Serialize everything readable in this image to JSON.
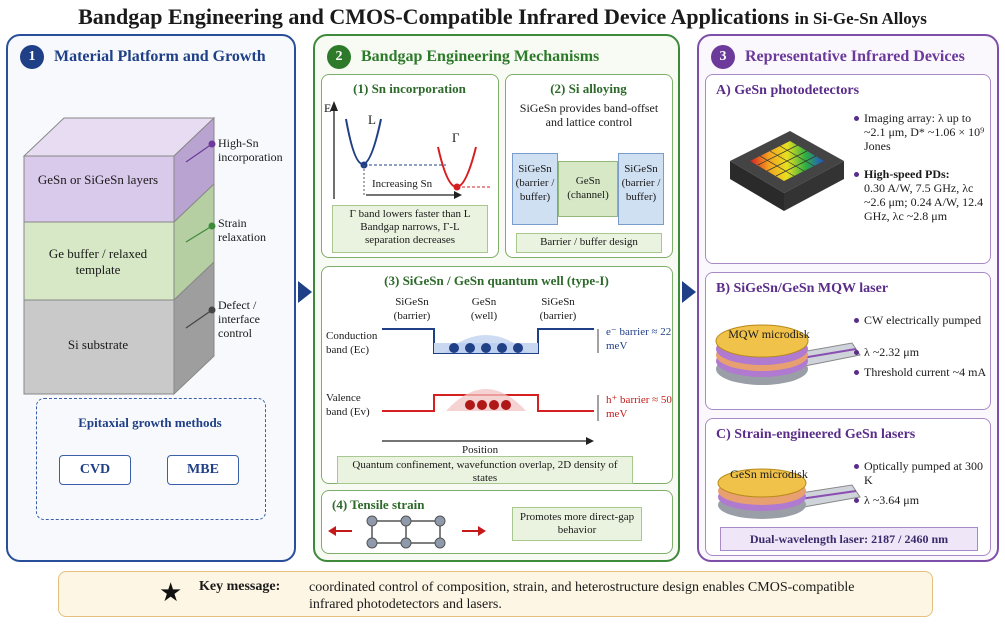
{
  "title": {
    "main": "Bandgap Engineering and CMOS-Compatible Infrared Device Applications",
    "suffix": "in Si-Ge-Sn Alloys"
  },
  "panel1": {
    "number": "1",
    "heading": "Material Platform and Growth",
    "layers": [
      {
        "label": "GeSn or SiGeSn layers",
        "color": "#d9c9ea"
      },
      {
        "label": "Ge buffer / relaxed template",
        "color": "#d6e8c6"
      },
      {
        "label": "Si substrate",
        "color": "#cfcfcf"
      }
    ],
    "callouts": [
      "High-Sn incorporation",
      "Strain relaxation",
      "Defect / interface control"
    ],
    "methods_title": "Epitaxial growth methods",
    "methods": [
      "CVD",
      "MBE"
    ]
  },
  "panel2": {
    "number": "2",
    "heading": "Bandgap Engineering Mechanisms",
    "sn": {
      "title": "(1) Sn incorporation",
      "axis_e": "E",
      "label_l": "L",
      "label_gamma": "Γ",
      "arrow": "Increasing Sn",
      "note": "Γ band lowers faster than L Bandgap narrows, Γ-L separation decreases"
    },
    "si": {
      "title": "(2) Si alloying",
      "desc": "SiGeSn provides band-offset and lattice control",
      "left": "SiGeSn (barrier / buffer)",
      "center": "GeSn (channel)",
      "right": "SiGeSn (barrier / buffer)",
      "note": "Barrier / buffer design"
    },
    "qw": {
      "title": "(3) SiGeSn / GeSn quantum well (type-I)",
      "top_labels": [
        "SiGeSn (barrier)",
        "GeSn (well)",
        "SiGeSn (barrier)"
      ],
      "cb_label": "Conduction band (Ec)",
      "vb_label": "Valence band (Ev)",
      "e_barrier": "e⁻ barrier ≈ 22 meV",
      "h_barrier": "h⁺ barrier ≈ 50 meV",
      "position": "Position",
      "note": "Quantum confinement, wavefunction overlap, 2D density of states"
    },
    "strain": {
      "title": "(4) Tensile strain",
      "note": "Promotes more direct-gap behavior"
    }
  },
  "panel3": {
    "number": "3",
    "heading": "Representative Infrared Devices",
    "a": {
      "title": "A) GeSn photodetectors",
      "b1": "Imaging array: λ up to ~2.1 μm, D* ~1.06 × 10⁹ Jones",
      "b2_head": "High-speed PDs:",
      "b2": "0.30 A/W, 7.5 GHz, λc ~2.6 μm; 0.24 A/W, 12.4 GHz, λc ~2.8 μm"
    },
    "b": {
      "title": "B) SiGeSn/GeSn MQW laser",
      "disk": "MQW microdisk",
      "b1": "CW electrically pumped",
      "b2": "λ ~2.32 μm",
      "b3": "Threshold current ~4 mA"
    },
    "c": {
      "title": "C) Strain-engineered GeSn lasers",
      "disk": "GeSn microdisk",
      "b1": "Optically pumped at 300 K",
      "b2": "λ ~3.64 μm",
      "dual": "Dual-wavelength laser: 2187 / 2460 nm"
    }
  },
  "key": {
    "label": "Key message:",
    "message": "coordinated control of composition, strain, and heterostructure design enables CMOS-compatible infrared photodetectors and lasers."
  }
}
